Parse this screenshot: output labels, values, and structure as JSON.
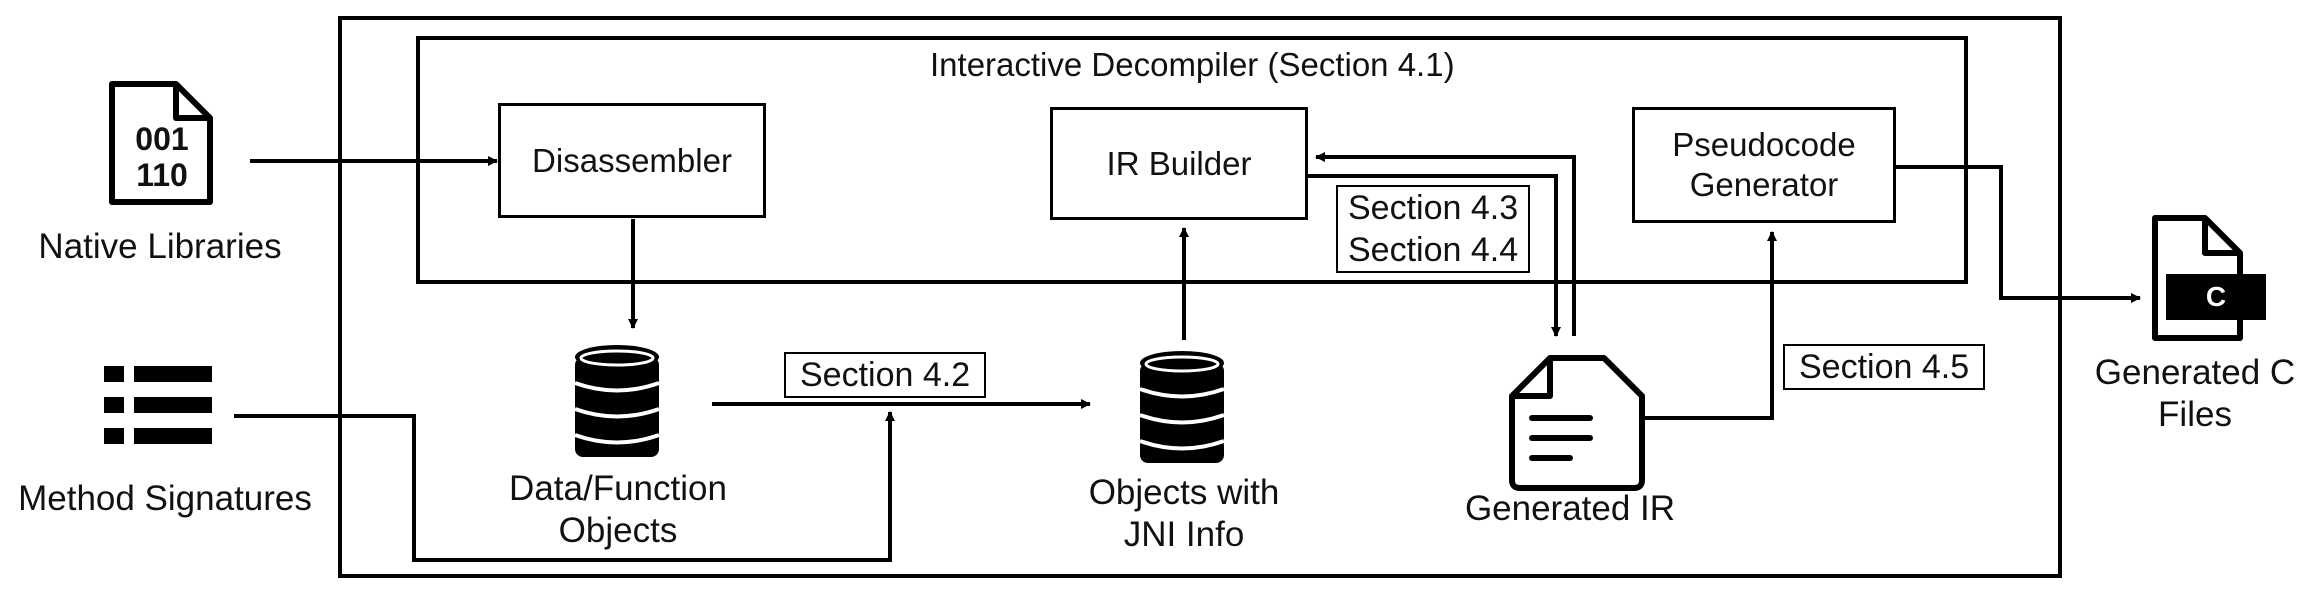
{
  "container": {
    "title": "Interactive Decompiler (Section 4.1)"
  },
  "boxes": {
    "disassembler": "Disassembler",
    "ir_builder": "IR Builder",
    "pseudocode_line1": "Pseudocode",
    "pseudocode_line2": "Generator"
  },
  "tags": {
    "section_42": "Section 4.2",
    "section_43": "Section 4.3",
    "section_44": "Section 4.4",
    "section_45": "Section 4.5"
  },
  "nodes": {
    "native_libraries": "Native Libraries",
    "binary_line1": "001",
    "binary_line2": "110",
    "method_signatures": "Method Signatures",
    "data_objects_line1": "Data/Function",
    "data_objects_line2": "Objects",
    "jni_objects_line1": "Objects with",
    "jni_objects_line2": "JNI Info",
    "generated_ir": "Generated IR",
    "generated_c_line1": "Generated C",
    "generated_c_line2": "Files",
    "c_badge": "C"
  }
}
